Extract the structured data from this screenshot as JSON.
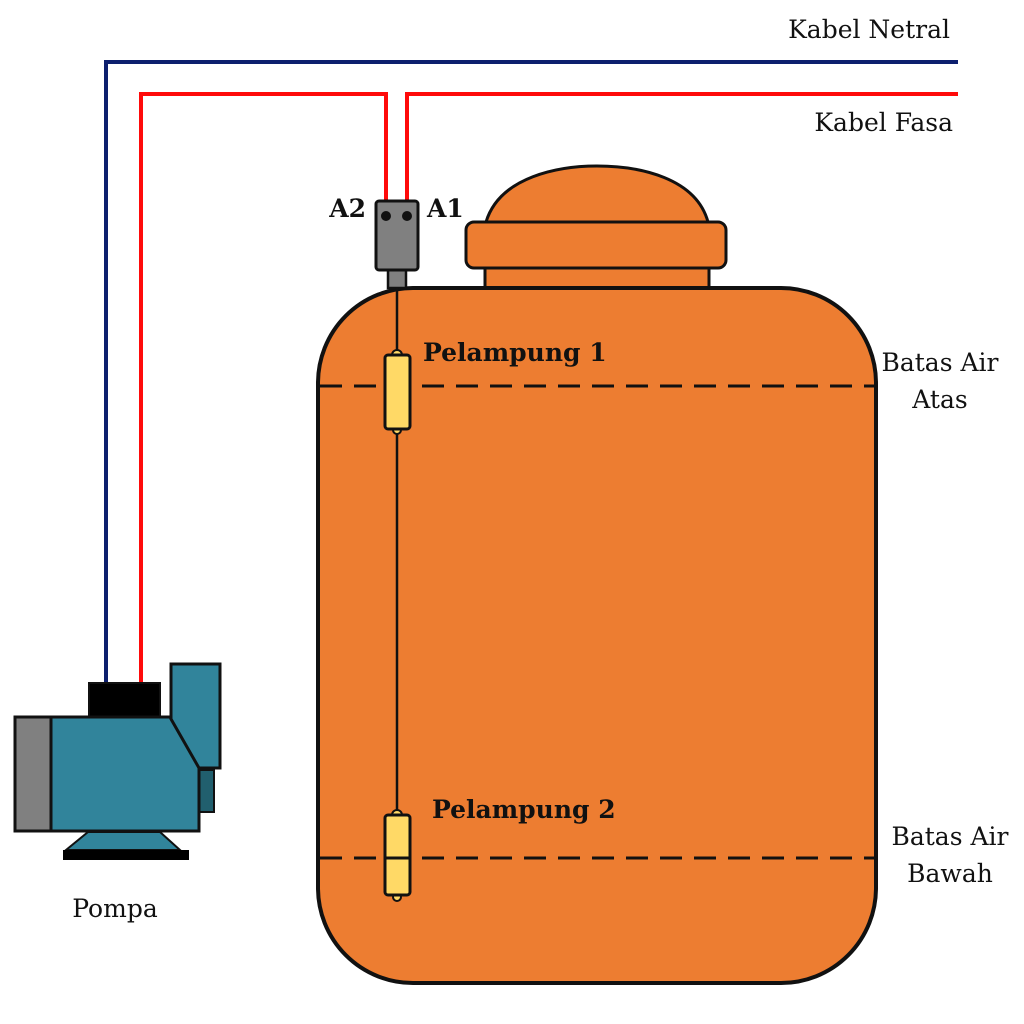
{
  "title": "Skema rangkaian pompa air otomatis dengan pelampung",
  "labels": {
    "kabel_netral": "Kabel Netral",
    "kabel_fasa": "Kabel Fasa",
    "a2": "A2",
    "a1": "A1",
    "pelampung_1": "Pelampung 1",
    "pelampung_2": "Pelampung 2",
    "batas_air_atas_line1": "Batas Air",
    "batas_air_atas_line2": "Atas",
    "batas_air_bawah_line1": "Batas Air",
    "batas_air_bawah_line2": "Bawah",
    "pompa": "Pompa"
  },
  "colors": {
    "neutral_wire": "#0d1f6e",
    "phase_wire": "#ff0a0a",
    "tank_fill": "#ed7d31",
    "float_fill": "#ffd966",
    "switch_box": "#808080",
    "pump_body": "#31849b",
    "pump_dark": "#215f6e",
    "pump_motor_cap": "#808080",
    "outline": "#111111"
  }
}
